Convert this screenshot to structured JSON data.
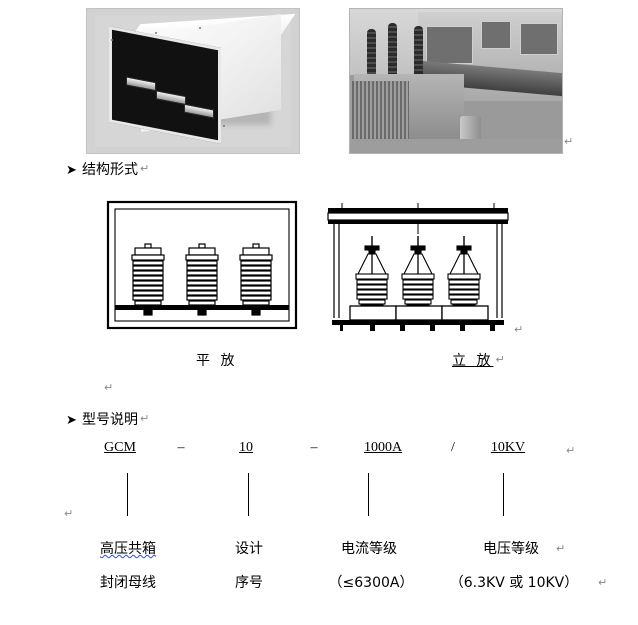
{
  "document": {
    "headings": [
      {
        "id": "structure",
        "bullet": "➤",
        "text": "结构形式",
        "mark": "↵"
      },
      {
        "id": "model",
        "bullet": "➤",
        "text": "型号说明",
        "mark": "↵"
      }
    ],
    "photos": [
      {
        "name": "photo-enclosure",
        "description": "高压共箱封闭母线箱体实物照片"
      },
      {
        "name": "photo-substation",
        "description": "变电站现场安装实物照片",
        "mark": "↵"
      }
    ],
    "drawings": [
      {
        "name": "drawing-flat",
        "caption": "平 放"
      },
      {
        "name": "drawing-vertical",
        "caption": "立 放",
        "mark": "↵"
      }
    ],
    "model_designation": {
      "code_row": [
        {
          "text": "GCM",
          "underline": true
        },
        {
          "text": "10",
          "underline": true
        },
        {
          "text": "1000A",
          "underline": true
        },
        {
          "text": "10KV",
          "underline": true
        }
      ],
      "separators": [
        "–",
        "–",
        "/"
      ],
      "end_mark": "↵",
      "label_row_1": [
        {
          "text": "高压共箱",
          "wavy_underline": true
        },
        {
          "text": "设计"
        },
        {
          "text": "电流等级"
        },
        {
          "text": "电压等级"
        }
      ],
      "label_row_1_mark": "↵",
      "label_row_2": [
        {
          "text": "封闭母线"
        },
        {
          "text": "序号"
        },
        {
          "text": "（≤6300A）"
        },
        {
          "text": "（6.3KV 或 10KV）"
        }
      ],
      "label_row_2_mark": "↵"
    },
    "paragraph_marks": [
      "↵",
      "↵",
      "↵"
    ],
    "colors": {
      "page_background": "#ffffff",
      "text": "#000000",
      "mark": "#888888",
      "spellcheck_underline": "#2b4fd8",
      "photo_backdrop": "#d2d2d2"
    }
  }
}
